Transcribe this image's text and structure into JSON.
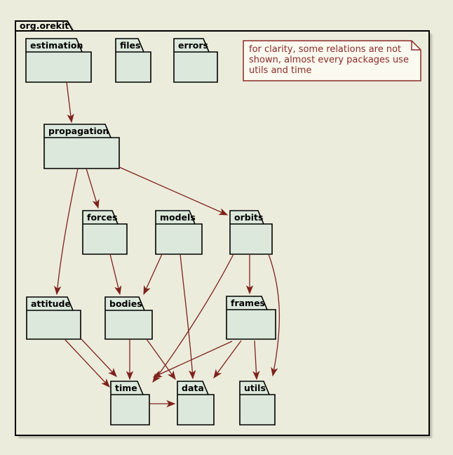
{
  "diagram": {
    "root_package": "org.orekit",
    "note": {
      "lines": [
        "for clarity, some relations are not",
        "shown, almost every packages use",
        "utils and time"
      ]
    },
    "packages": [
      {
        "id": "estimation",
        "label": "estimation"
      },
      {
        "id": "files",
        "label": "files"
      },
      {
        "id": "errors",
        "label": "errors"
      },
      {
        "id": "propagation",
        "label": "propagation"
      },
      {
        "id": "forces",
        "label": "forces"
      },
      {
        "id": "models",
        "label": "models"
      },
      {
        "id": "orbits",
        "label": "orbits"
      },
      {
        "id": "attitude",
        "label": "attitude"
      },
      {
        "id": "bodies",
        "label": "bodies"
      },
      {
        "id": "frames",
        "label": "frames"
      },
      {
        "id": "time",
        "label": "time"
      },
      {
        "id": "data",
        "label": "data"
      },
      {
        "id": "utils",
        "label": "utils"
      }
    ],
    "edges": [
      {
        "from": "estimation",
        "to": "propagation"
      },
      {
        "from": "propagation",
        "to": "forces"
      },
      {
        "from": "propagation",
        "to": "orbits"
      },
      {
        "from": "propagation",
        "to": "attitude"
      },
      {
        "from": "forces",
        "to": "bodies"
      },
      {
        "from": "models",
        "to": "bodies"
      },
      {
        "from": "models",
        "to": "data"
      },
      {
        "from": "orbits",
        "to": "frames"
      },
      {
        "from": "orbits",
        "to": "time"
      },
      {
        "from": "orbits",
        "to": "utils"
      },
      {
        "from": "attitude",
        "to": "time"
      },
      {
        "from": "attitude",
        "to": "time"
      },
      {
        "from": "bodies",
        "to": "time"
      },
      {
        "from": "bodies",
        "to": "data"
      },
      {
        "from": "frames",
        "to": "time"
      },
      {
        "from": "frames",
        "to": "data"
      },
      {
        "from": "frames",
        "to": "utils"
      },
      {
        "from": "time",
        "to": "data"
      }
    ],
    "colors": {
      "background": "#ECECDC",
      "package_fill": "#DBE8DB",
      "package_border": "#000000",
      "arrow": "#7E221C",
      "note_fill": "#FBFAF0",
      "note_border": "#8B2A26",
      "note_text": "#8B2A26",
      "shadow": "#8A8A7C"
    }
  }
}
